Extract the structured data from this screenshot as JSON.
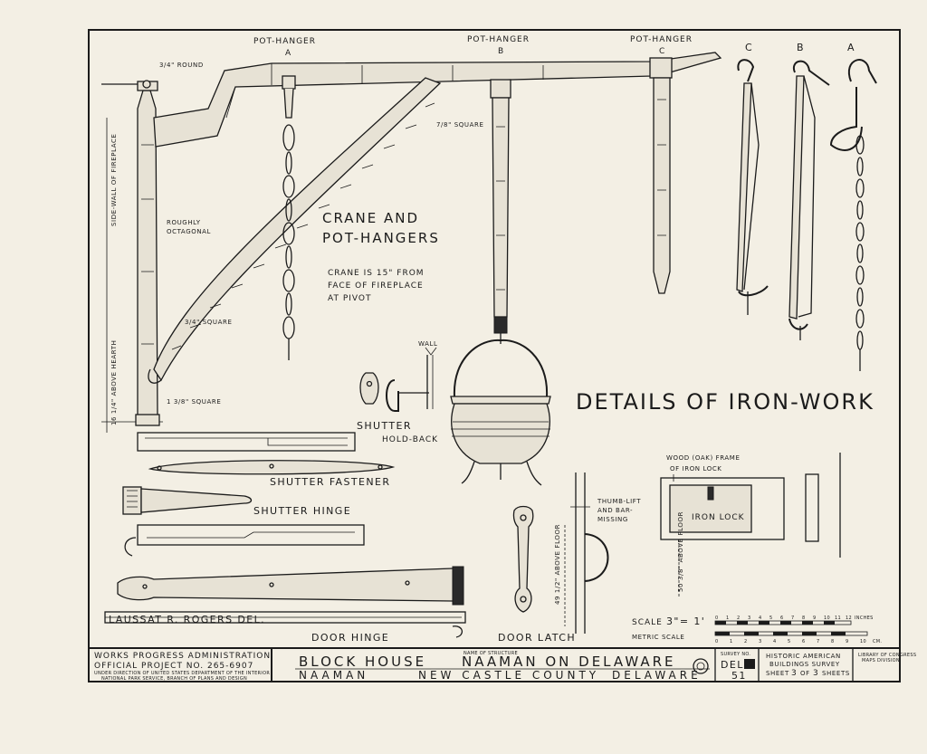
{
  "sheet_title": "DETAILS OF IRON-WORK",
  "crane": {
    "title_line1": "CRANE AND",
    "title_line2": "POT-HANGERS",
    "note_line1": "CRANE IS 15\" FROM",
    "note_line2": "FACE OF FIREPLACE",
    "note_line3": "AT PIVOT",
    "dim_round": "3/4\" ROUND",
    "dim_square_top": "7/8\" SQUARE",
    "dim_square_mid": "3/4\" SQUARE",
    "dim_square_bottom": "1 3/8\" SQUARE",
    "octagonal_line1": "ROUGHLY",
    "octagonal_line2": "OCTAGONAL",
    "sidewall": "SIDE-WALL OF FIREPLACE",
    "above_hearth": "16 1/4\" ABOVE HEARTH"
  },
  "pot_hangers": [
    {
      "label": "POT-HANGER",
      "letter": "A"
    },
    {
      "label": "POT-HANGER",
      "letter": "B"
    },
    {
      "label": "POT-HANGER",
      "letter": "C"
    }
  ],
  "side_letters": [
    "C",
    "B",
    "A"
  ],
  "shutter": {
    "wall": "WALL",
    "holdback_line1": "SHUTTER",
    "holdback_line2": "HOLD-BACK",
    "fastener": "SHUTTER FASTENER",
    "hinge": "SHUTTER HINGE"
  },
  "door": {
    "hinge": "DOOR HINGE",
    "latch": "DOOR LATCH",
    "thumb_line1": "THUMB-LIFT",
    "thumb_line2": "AND BAR-",
    "thumb_line3": "MISSING",
    "latch_height": "49 1/2\" ABOVE FLOOR"
  },
  "lock": {
    "frame_line1": "WOOD (OAK) FRAME",
    "frame_line2": "OF IRON LOCK",
    "iron_lock": "IRON LOCK",
    "height": "50 3/8\" ABOVE FLOOR"
  },
  "scale": {
    "scale_label": "SCALE",
    "scale_value": "3\"= 1'",
    "metric_label": "METRIC SCALE",
    "inch_ticks": [
      "0",
      "1",
      "2",
      "3",
      "4",
      "5",
      "6",
      "7",
      "8",
      "9",
      "10",
      "11",
      "12"
    ],
    "inch_unit": "INCHES",
    "cm_ticks": [
      "0",
      "1",
      "2",
      "3",
      "4",
      "5",
      "6",
      "7",
      "8",
      "9",
      "10"
    ],
    "cm_unit": "CM."
  },
  "delineator": "LAUSSAT R. ROGERS DEL.",
  "title_block": {
    "wpa_line1": "WORKS PROGRESS ADMINISTRATION",
    "wpa_line2": "OFFICIAL PROJECT NO. 265-6907",
    "wpa_line3": "UNDER DIRECTION OF UNITED STATES DEPARTMENT OF THE INTERIOR",
    "wpa_line4": "NATIONAL PARK SERVICE, BRANCH OF PLANS AND DESIGN",
    "name_label": "NAME OF STRUCTURE",
    "structure_part1": "BLOCK HOUSE",
    "structure_part2": "NAAMAN ON DELAWARE",
    "location_town": "NAAMAN",
    "location_county": "NEW CASTLE COUNTY",
    "location_state": "DELAWARE",
    "survey_label": "SURVEY NO.",
    "survey_code": "DEL-",
    "survey_number": "51",
    "habs_line1": "HISTORIC AMERICAN",
    "habs_line2": "BUILDINGS SURVEY",
    "sheet_word": "SHEET",
    "sheet_no": "3",
    "of_word": "OF",
    "sheet_total": "3",
    "sheets_word": "SHEETS",
    "loc_line1": "LIBRARY OF CONGRESS",
    "loc_line2": "MAPS DIVISION"
  }
}
